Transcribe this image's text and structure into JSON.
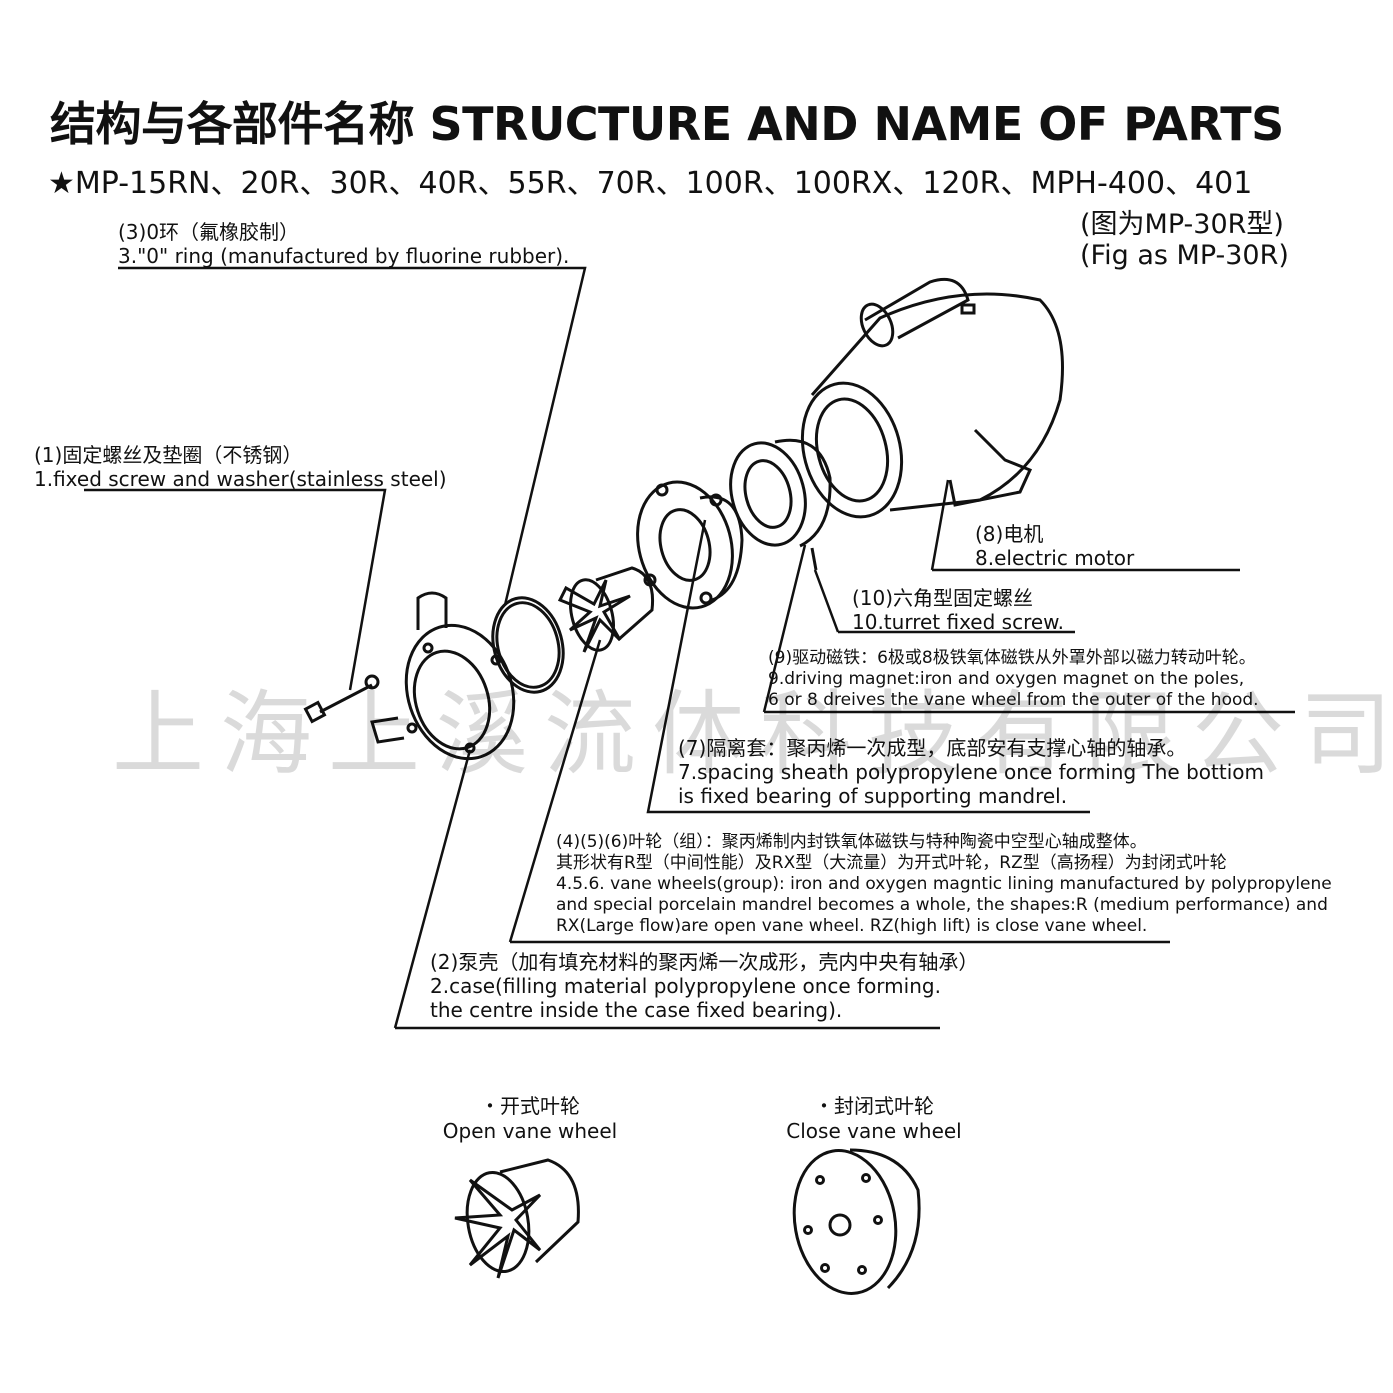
{
  "header": {
    "title": "结构与各部件名称 STRUCTURE AND NAME OF PARTS",
    "models": "★MP-15RN、20R、30R、40R、55R、70R、100R、100RX、120R、MPH-400、401",
    "figure_note_cn": "(图为MP-30R型)",
    "figure_note_en": "(Fig as MP-30R)"
  },
  "parts": {
    "o_ring": {
      "cn": "(3)0环（氟橡胶制）",
      "en": "3.\"0\" ring (manufactured by fluorine rubber)."
    },
    "fixed_screw": {
      "cn": "(1)固定螺丝及垫圈（不锈钢）",
      "en": "1.fixed screw and washer(stainless steel)"
    },
    "motor": {
      "cn": "(8)电机",
      "en": "8.electric motor"
    },
    "turret_screw": {
      "cn": "(10)六角型固定螺丝",
      "en": "10.turret fixed screw."
    },
    "driving_magnet": {
      "cn": "(9)驱动磁铁：6极或8极铁氧体磁铁从外罩外部以磁力转动叶轮。",
      "en1": "9.driving magnet:iron and oxygen magnet on the poles,",
      "en2": "6 or 8 dreives the vane wheel from the outer of the hood."
    },
    "spacing_sheath": {
      "cn": "(7)隔离套：聚丙烯一次成型，底部安有支撑心轴的轴承。",
      "en1": "7.spacing sheath polypropylene once forming The bottiom",
      "en2": "is fixed bearing of supporting mandrel."
    },
    "vane_wheels": {
      "cn1": "(4)(5)(6)叶轮（组）：聚丙烯制内封铁氧体磁铁与特种陶瓷中空型心轴成整体。",
      "cn2": "其形状有R型（中间性能）及RX型（大流量）为开式叶轮，RZ型（高扬程）为封闭式叶轮",
      "en1": "4.5.6. vane wheels(group): iron and oxygen magntic lining manufactured by polypropylene",
      "en2": "and special porcelain mandrel becomes a whole, the shapes:R (medium performance) and",
      "en3": "RX(Large flow)are open vane wheel. RZ(high lift) is close vane wheel."
    },
    "case": {
      "cn": "(2)泵壳（加有填充材料的聚丙烯一次成形，壳内中央有轴承）",
      "en1": "2.case(filling material polypropylene once forming.",
      "en2": "the centre inside the case fixed bearing)."
    }
  },
  "captions": {
    "open_cn": "・开式叶轮",
    "open_en": "Open vane wheel",
    "close_cn": "・封闭式叶轮",
    "close_en": "Close vane wheel"
  },
  "watermark": "上海上溪流体科技有限公司"
}
